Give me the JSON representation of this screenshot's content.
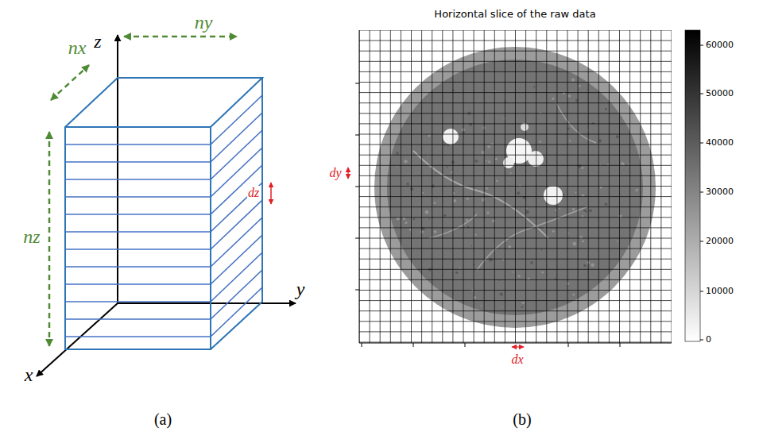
{
  "diagram": {
    "labels": [
      "z",
      "ny",
      "nx",
      "nz",
      "dz",
      "y",
      "x",
      "Horizontal slice of the raw data",
      "60000",
      "50000",
      "40000",
      "30000",
      "20000",
      "10000",
      "0",
      "dy",
      "dx",
      "(a)",
      "(b)"
    ]
  }
}
